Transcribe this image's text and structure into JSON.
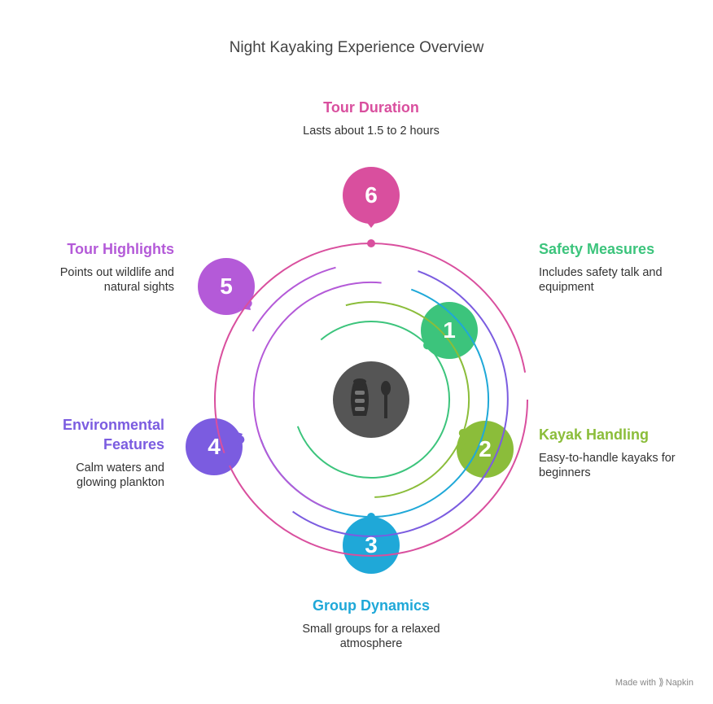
{
  "title": "Night Kayaking Experience Overview",
  "items": [
    {
      "number": "1",
      "heading": "Safety Measures",
      "description": "Includes safety talk and equipment",
      "color": "#3cc47c"
    },
    {
      "number": "2",
      "heading": "Kayak Handling",
      "description": "Easy-to-handle kayaks for beginners",
      "color": "#8bbd3a"
    },
    {
      "number": "3",
      "heading": "Group Dynamics",
      "description": "Small groups for a relaxed atmosphere",
      "color": "#1fa8d8"
    },
    {
      "number": "4",
      "heading": "Environmental Features",
      "description": "Calm waters and glowing plankton",
      "color": "#7b5ce0"
    },
    {
      "number": "5",
      "heading": "Tour Highlights",
      "description": "Points out wildlife and natural sights",
      "color": "#b45ad8"
    },
    {
      "number": "6",
      "heading": "Tour Duration",
      "description": "Lasts about 1.5 to 2 hours",
      "color": "#d94f9e"
    }
  ],
  "center_icon": "kayak-paddle-icon",
  "footer": {
    "text": "Made with",
    "brand": "Napkin"
  }
}
